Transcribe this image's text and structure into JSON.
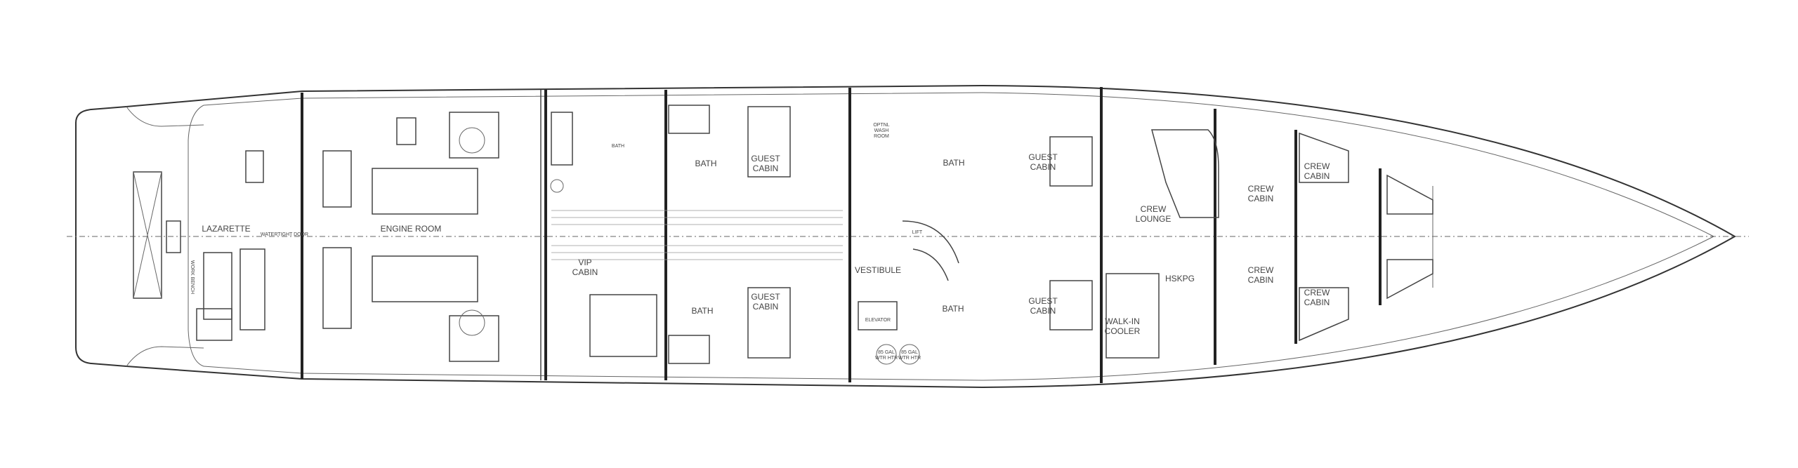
{
  "plan": {
    "rooms": {
      "lazarette": "LAZARETTE",
      "watertight_door": "WATERTIGHT DOOR",
      "work_bench": "WORK BENCH",
      "engine_room": "ENGINE ROOM",
      "vip_bath": "BATH",
      "vip_cabin": [
        "VIP",
        "CABIN"
      ],
      "bath_2": "BATH",
      "bath_3": "BATH",
      "guest_cabin_1": [
        "GUEST",
        "CABIN"
      ],
      "guest_cabin_2": [
        "GUEST",
        "CABIN"
      ],
      "wash_room": [
        "OPTNL",
        "WASH",
        "ROOM"
      ],
      "vestibule": "VESTIBULE",
      "elevator": "ELEVATOR",
      "lift": "LIFT",
      "water_heater_1": [
        "85 GAL",
        "WTR HTR"
      ],
      "water_heater_2": [
        "85 GAL",
        "WTR HTR"
      ],
      "bath_4": "BATH",
      "bath_5": "BATH",
      "guest_cabin_3": [
        "GUEST",
        "CABIN"
      ],
      "guest_cabin_4": [
        "GUEST",
        "CABIN"
      ],
      "crew_lounge": [
        "CREW",
        "LOUNGE"
      ],
      "hskpg": "HSKPG",
      "walk_in_cooler": [
        "WALK-IN",
        "COOLER"
      ],
      "crew_cabin_1": [
        "CREW",
        "CABIN"
      ],
      "crew_cabin_2": [
        "CREW",
        "CABIN"
      ],
      "crew_cabin_3": [
        "CREW",
        "CABIN"
      ],
      "crew_cabin_4": [
        "CREW",
        "CABIN"
      ]
    }
  }
}
